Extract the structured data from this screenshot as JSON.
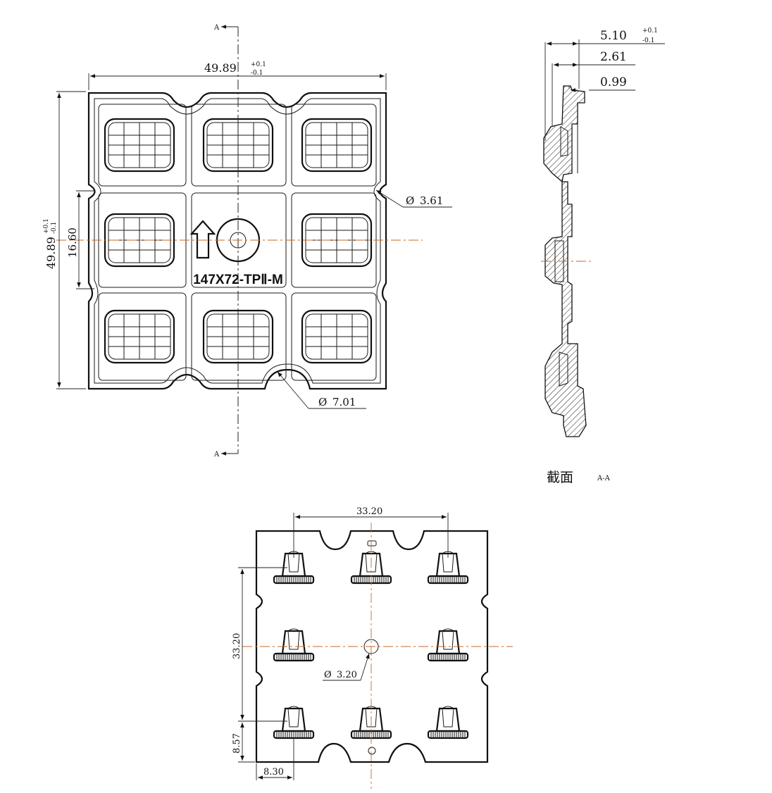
{
  "front_view": {
    "width_dim": "49.89",
    "width_tol_plus": "+0.1",
    "width_tol_minus": "-0.1",
    "height_dim": "49.89",
    "height_tol_plus": "+0.1",
    "height_tol_minus": "-0.1",
    "pitch_dim": "16.60",
    "small_notch_dia": "3.61",
    "large_notch_dia": "7.01",
    "part_label": "147X72-TPⅡ-M",
    "section_marker_top": "A",
    "section_marker_bottom": "A",
    "diameter_symbol": "Ø"
  },
  "section_view": {
    "dim_total": "5.10",
    "dim_total_tol_plus": "+0.1",
    "dim_total_tol_minus": "-0.1",
    "dim_mid": "2.61",
    "dim_small": "0.99",
    "caption_cn": "截面",
    "caption_id": "A-A"
  },
  "back_view": {
    "pitch_x": "33.20",
    "pitch_y": "33.20",
    "center_hole_dia": "3.20",
    "offset_bottom": "8.57",
    "offset_left": "8.30",
    "diameter_symbol": "Ø"
  }
}
